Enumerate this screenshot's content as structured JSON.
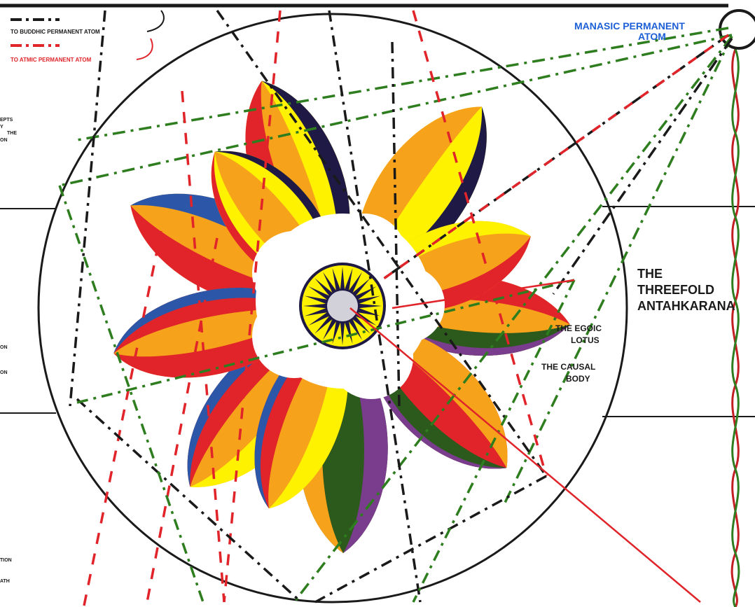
{
  "labels": {
    "buddhic_line": "TO BUDDHIC PERMANENT ATOM",
    "atmic_line": "TO ATMIC PERMANENT ATOM",
    "manasic_line1": "MANASIC PERMANENT",
    "manasic_line2": "ATOM",
    "threefold_line1": "THE",
    "threefold_line2": "THREEFOLD",
    "threefold_line3": "ANTAHKARANA",
    "egoic_line1": "THE EGOIC",
    "egoic_line2": "LOTUS",
    "causal_line1": "THE CAUSAL",
    "causal_line2": "BODY"
  },
  "left_edge_fragments": [
    "EPTS",
    "Y",
    "THE",
    "ON",
    "ON",
    "ON",
    "TION",
    "ATH"
  ],
  "colors": {
    "red": "#e0242a",
    "orange": "#f7a21b",
    "yellow": "#fff200",
    "navy": "#1e1a45",
    "blue": "#2c56a8",
    "green": "#2c5a1c",
    "purple": "#7a3c8c",
    "line_green": "#2e7d1e",
    "line_red": "#e0242a",
    "label_blue": "#1d5fd6"
  },
  "legend_styles": [
    "dash-dot",
    "dash-dot"
  ]
}
